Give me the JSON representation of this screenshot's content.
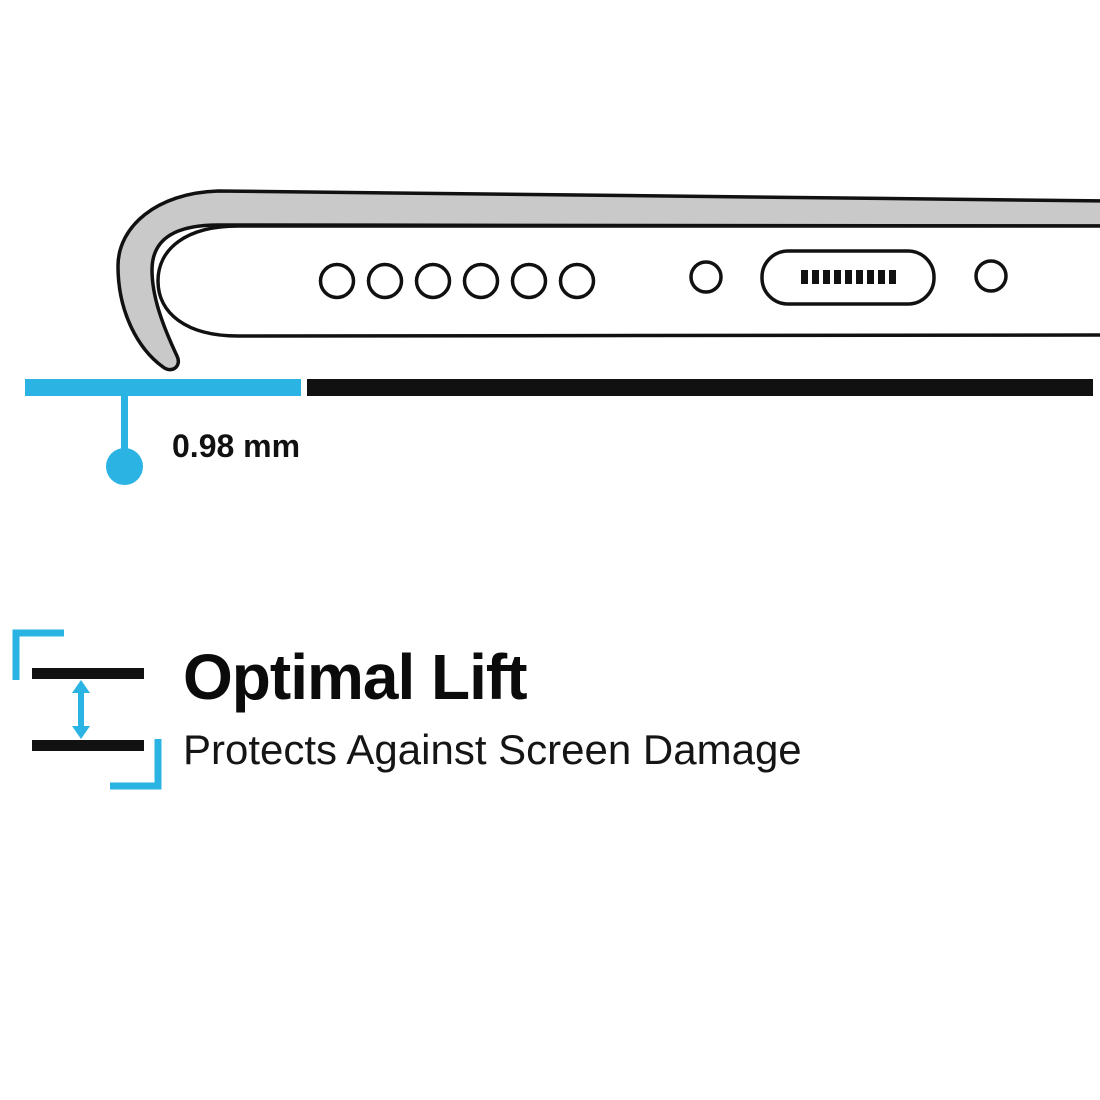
{
  "colors": {
    "accent": "#2bb3e3",
    "ink": "#111111",
    "case_gray": "#c9c9c9"
  },
  "measurement": {
    "label": "0.98 mm"
  },
  "feature": {
    "title": "Optimal Lift",
    "subtitle": "Protects Against Screen Damage"
  },
  "illustration": {
    "speaker_hole_count": 6,
    "port_pin_count": 9
  }
}
